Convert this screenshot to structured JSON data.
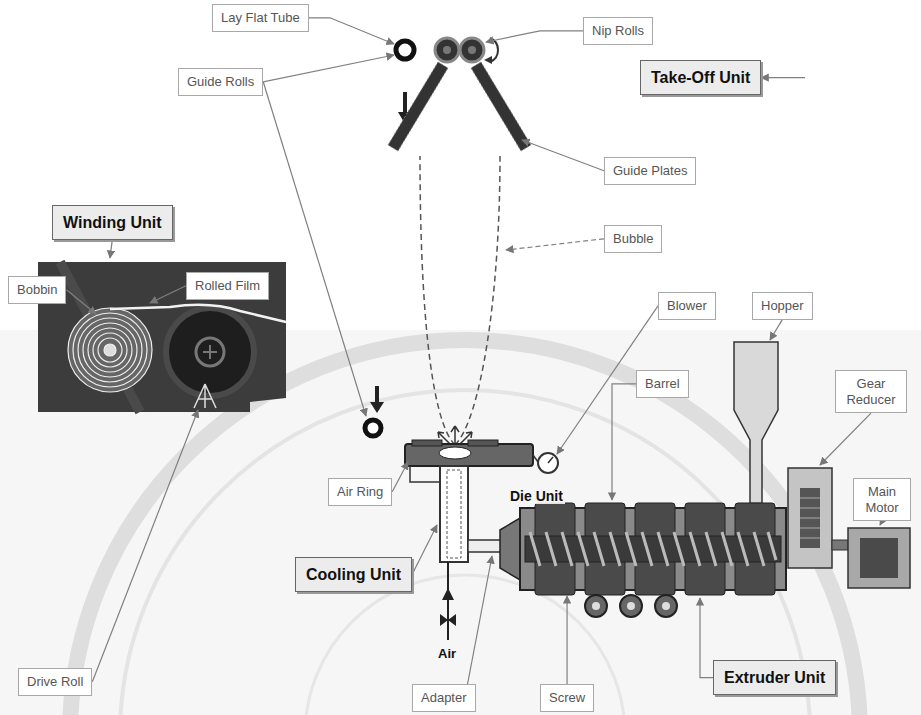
{
  "diagram": {
    "nodes": [
      {
        "text": [
          "Lay Flat Tube"
        ]
      },
      {
        "text": [
          "Nip Rolls"
        ]
      },
      {
        "text": [
          "Take-Off Unit"
        ]
      },
      {
        "text": [
          "Guide Rolls"
        ]
      },
      {
        "text": [
          "Guide Plates"
        ]
      },
      {
        "text": [
          "Winding Unit"
        ]
      },
      {
        "text": [
          "Bubble"
        ]
      },
      {
        "text": [
          "Bobbin"
        ]
      },
      {
        "text": [
          "Rolled Film"
        ]
      },
      {
        "text": [
          "Blower"
        ]
      },
      {
        "text": [
          "Hopper"
        ]
      },
      {
        "text": [
          "Barrel"
        ]
      },
      {
        "text": [
          "Gear Reducer"
        ]
      },
      {
        "text": [
          "Air Ring"
        ]
      },
      {
        "text": [
          "Main Motor"
        ]
      },
      {
        "text": [
          "Cooling Unit"
        ]
      },
      {
        "text": [
          "Drive Roll"
        ]
      },
      {
        "text": [
          "Extruder Unit"
        ]
      },
      {
        "text": [
          "Adapter"
        ]
      },
      {
        "text": [
          "Screw"
        ]
      }
    ],
    "labels": [
      "Die Unit",
      "Air"
    ]
  }
}
